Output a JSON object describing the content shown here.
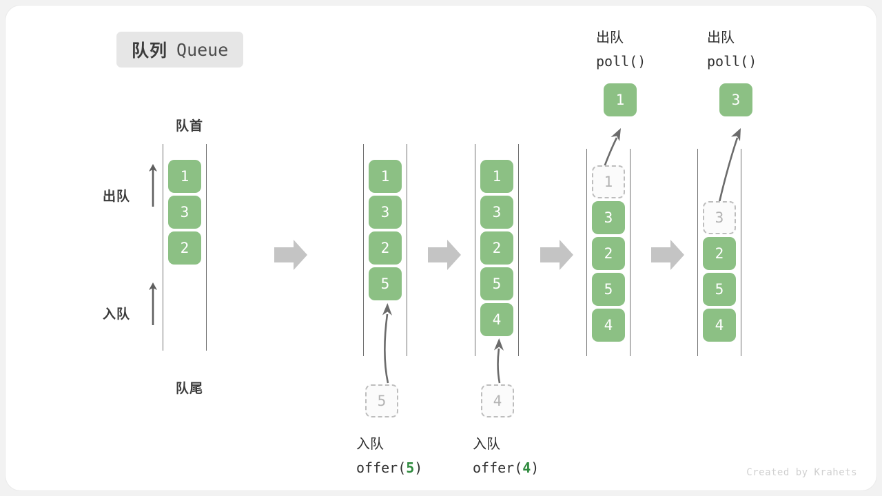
{
  "title": {
    "cn": "队列",
    "en": "Queue"
  },
  "labels": {
    "head": "队首",
    "tail": "队尾",
    "dequeue": "出队",
    "enqueue": "入队"
  },
  "credit": "Created by Krahets",
  "colors": {
    "cell_fill": "#8cc084",
    "cell_text": "#ffffff",
    "ghost_border": "#bdbdbd",
    "ghost_text": "#b3b3b3",
    "rail": "#6e6e6e",
    "arrow_gray": "#c4c4c4",
    "curve_arrow": "#6b6b6b",
    "accent_green": "#2f8a3e",
    "badge_bg": "#e6e6e6",
    "text_dark": "#3b3b3b"
  },
  "panels": [
    {
      "id": "state-initial",
      "cells": [
        {
          "value": "1",
          "state": "filled"
        },
        {
          "value": "3",
          "state": "filled"
        },
        {
          "value": "2",
          "state": "filled"
        }
      ],
      "caption": null,
      "result": null
    },
    {
      "id": "state-after-offer-5",
      "cells": [
        {
          "value": "1",
          "state": "filled"
        },
        {
          "value": "3",
          "state": "filled"
        },
        {
          "value": "2",
          "state": "filled"
        },
        {
          "value": "5",
          "state": "filled"
        }
      ],
      "caption": {
        "cn": "入队",
        "code_prefix": "offer(",
        "code_value": "5",
        "code_suffix": ")",
        "ghost": "5",
        "position": "bottom"
      },
      "result": null
    },
    {
      "id": "state-after-offer-4",
      "cells": [
        {
          "value": "1",
          "state": "filled"
        },
        {
          "value": "3",
          "state": "filled"
        },
        {
          "value": "2",
          "state": "filled"
        },
        {
          "value": "5",
          "state": "filled"
        },
        {
          "value": "4",
          "state": "filled"
        }
      ],
      "caption": {
        "cn": "入队",
        "code_prefix": "offer(",
        "code_value": "4",
        "code_suffix": ")",
        "ghost": "4",
        "position": "bottom"
      },
      "result": null
    },
    {
      "id": "state-after-poll-1",
      "cells": [
        {
          "value": "1",
          "state": "ghost"
        },
        {
          "value": "3",
          "state": "filled"
        },
        {
          "value": "2",
          "state": "filled"
        },
        {
          "value": "5",
          "state": "filled"
        },
        {
          "value": "4",
          "state": "filled"
        }
      ],
      "caption": {
        "cn": "出队",
        "code_prefix": "poll(",
        "code_value": "",
        "code_suffix": ")",
        "position": "top"
      },
      "result": {
        "value": "1",
        "state": "filled"
      }
    },
    {
      "id": "state-after-poll-3",
      "cells": [
        {
          "value": "",
          "state": "empty"
        },
        {
          "value": "3",
          "state": "ghost"
        },
        {
          "value": "2",
          "state": "filled"
        },
        {
          "value": "5",
          "state": "filled"
        },
        {
          "value": "4",
          "state": "filled"
        }
      ],
      "caption": {
        "cn": "出队",
        "code_prefix": "poll(",
        "code_value": "",
        "code_suffix": ")",
        "position": "top"
      },
      "result": {
        "value": "3",
        "state": "filled"
      }
    }
  ],
  "transitions": [
    {
      "name": "transition-arrow-1"
    },
    {
      "name": "transition-arrow-2"
    },
    {
      "name": "transition-arrow-3"
    },
    {
      "name": "transition-arrow-4"
    }
  ]
}
